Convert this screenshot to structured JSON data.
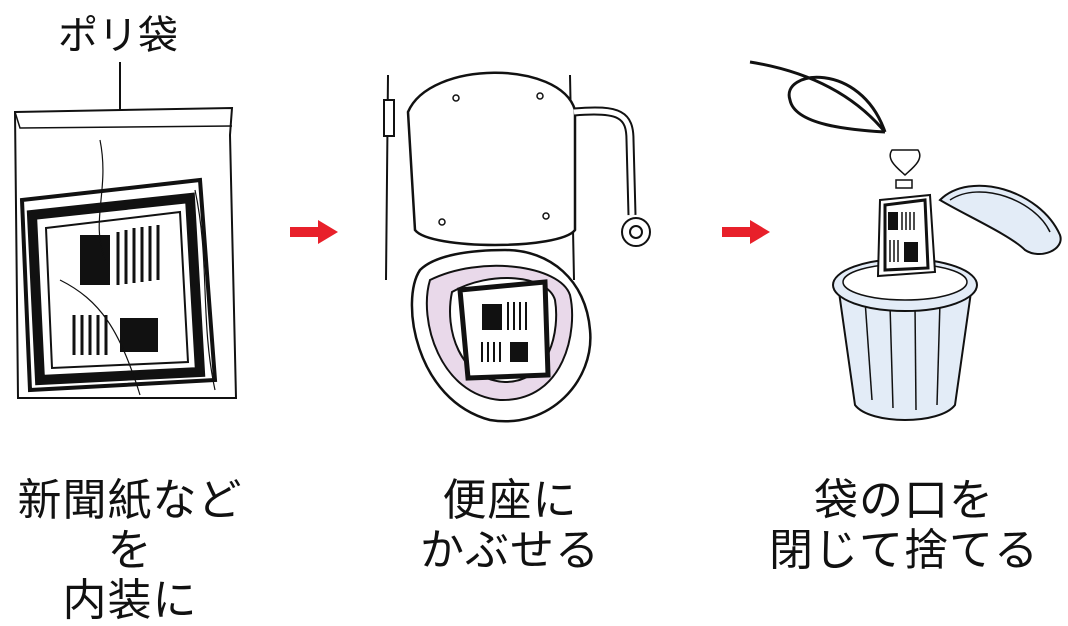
{
  "step1": {
    "label": "ポリ袋",
    "caption_line1": "新聞紙などを",
    "caption_line2": "内装に"
  },
  "step2": {
    "caption_line1": "便座に",
    "caption_line2": "かぶせる"
  },
  "step3": {
    "caption_line1": "袋の口を",
    "caption_line2": "閉じて捨てる"
  },
  "colors": {
    "arrow": "#e8202a",
    "seat": "#e9d9ea",
    "bin_tint": "#e3ecf7"
  },
  "icons": [
    "poly-bag-with-newspaper-illustration",
    "toilet-with-bag-illustration",
    "trash-bin-with-tied-bag-illustration",
    "arrow-right-icon"
  ]
}
